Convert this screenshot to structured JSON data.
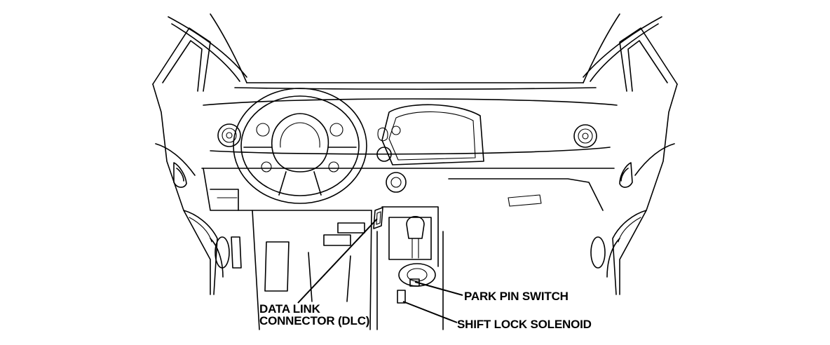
{
  "labels": {
    "dlc_line1": "DATA LINK",
    "dlc_line2": "CONNECTOR (DLC)",
    "park_pin_switch": "PARK PIN SWITCH",
    "shift_lock_solenoid": "SHIFT LOCK SOLENOID"
  },
  "colors": {
    "ink": "#000000",
    "background": "#ffffff"
  }
}
